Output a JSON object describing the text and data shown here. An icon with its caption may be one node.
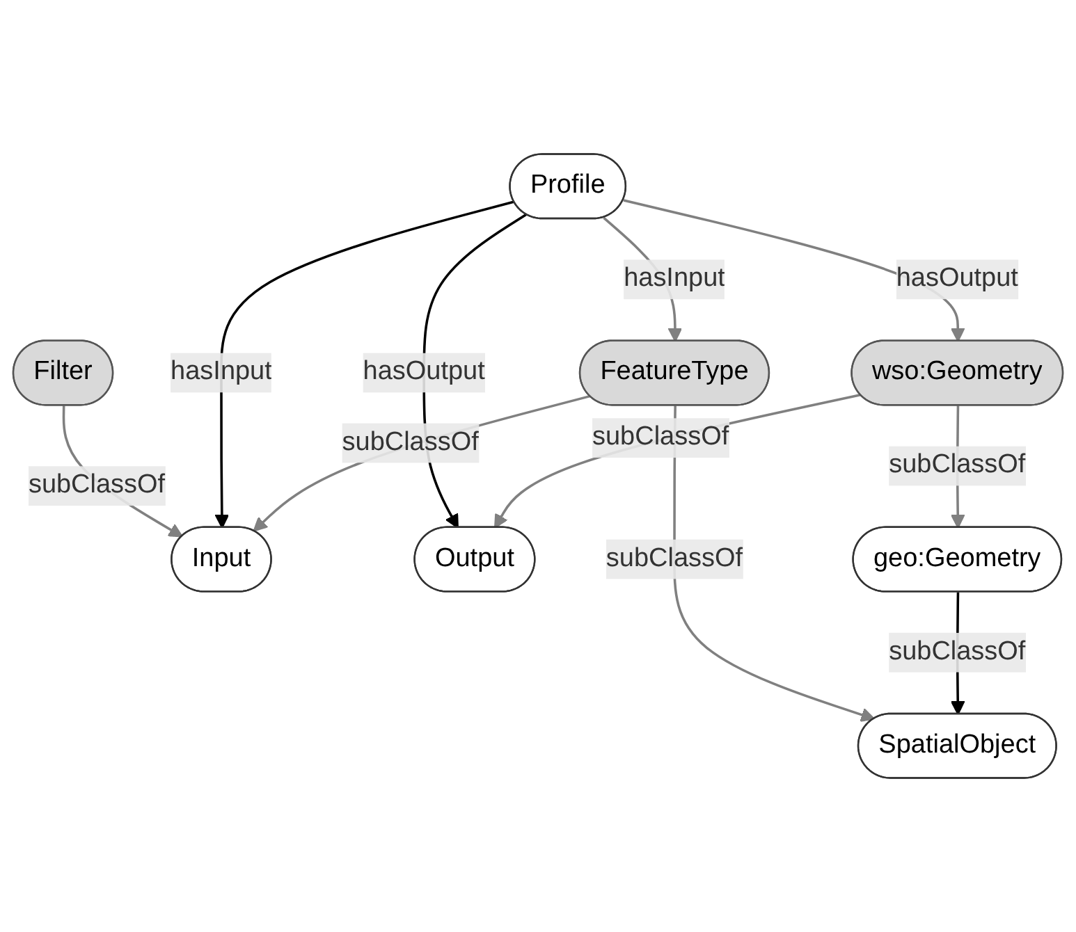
{
  "diagram": {
    "nodes": [
      {
        "text": [
          "Filter"
        ]
      },
      {
        "text": [
          "Input"
        ]
      },
      {
        "text": [
          "Profile"
        ]
      },
      {
        "text": [
          "Output"
        ]
      },
      {
        "text": [
          "FeatureType"
        ]
      },
      {
        "text": [
          "wso:Geometry"
        ]
      },
      {
        "text": [
          "SpatialObject"
        ]
      },
      {
        "text": [
          "geo:Geometry"
        ]
      }
    ],
    "edges": [
      {
        "from": 0,
        "to": 1,
        "arrow": "to",
        "label": "subClassOf"
      },
      {
        "from": 2,
        "to": 1,
        "arrow": "to",
        "label": "hasInput",
        "color": "#000000"
      },
      {
        "from": 2,
        "to": 3,
        "arrow": "to",
        "label": "hasOutput",
        "color": "#000000"
      },
      {
        "from": 4,
        "to": 1,
        "arrow": "to",
        "label": "subClassOf"
      },
      {
        "from": 2,
        "to": 4,
        "arrow": "to",
        "label": "hasInput"
      },
      {
        "from": 2,
        "to": 5,
        "arrow": "to",
        "label": "hasOutput"
      },
      {
        "from": 5,
        "to": 3,
        "arrow": "to",
        "label": "subClassOf"
      },
      {
        "from": 4,
        "to": 6,
        "arrow": "to",
        "label": "subClassOf"
      },
      {
        "from": 5,
        "to": 7,
        "arrow": "to",
        "label": "subClassOf"
      },
      {
        "from": 7,
        "to": 6,
        "arrow": "to",
        "label": "subClassOf",
        "color": "#000000"
      }
    ]
  }
}
